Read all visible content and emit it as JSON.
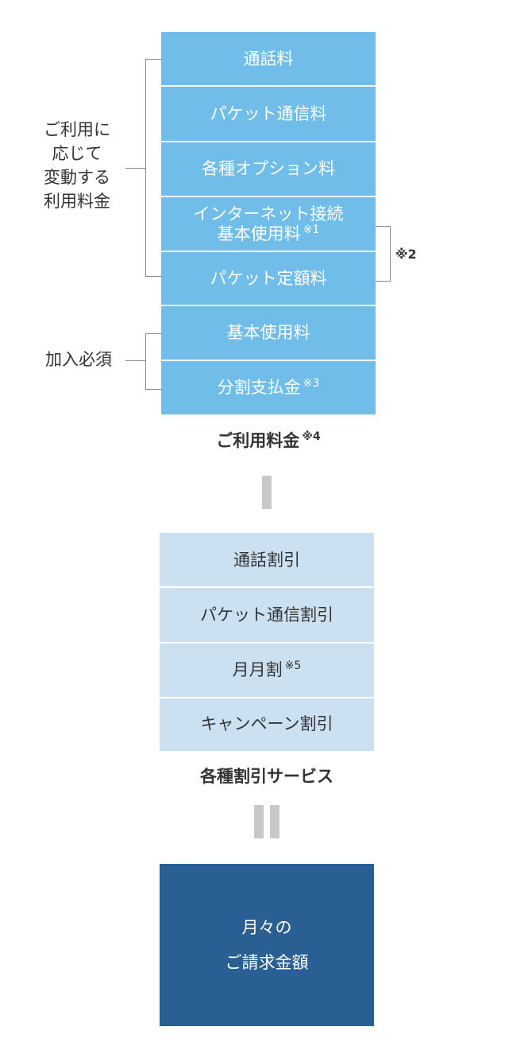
{
  "usage_fees": {
    "group_label_lines": [
      "ご利用に",
      "応じて",
      "変動する",
      "利用料金"
    ],
    "items": [
      {
        "label": "通話料"
      },
      {
        "label": "パケット通信料"
      },
      {
        "label": "各種オプション料"
      },
      {
        "label_line1": "インターネット接続",
        "label_line2": "基本使用料",
        "note": "※1"
      },
      {
        "label": "パケット定額料"
      }
    ],
    "bracket_note": "※2"
  },
  "required_fees": {
    "group_label": "加入必須",
    "items": [
      {
        "label": "基本使用料"
      },
      {
        "label": "分割支払金",
        "note": "※3"
      }
    ]
  },
  "fees_caption": {
    "label": "ご利用料金",
    "note": "※4"
  },
  "discounts": {
    "items": [
      {
        "label": "通話割引"
      },
      {
        "label": "パケット通信割引"
      },
      {
        "label": "月月割",
        "note": "※5"
      },
      {
        "label": "キャンペーン割引"
      }
    ],
    "caption": "各種割引サービス"
  },
  "total": {
    "line1": "月々の",
    "line2": "ご請求金額"
  },
  "colors": {
    "fee_box": "#70bdea",
    "discount_box": "#cbe1f2",
    "total_box": "#2a5f94",
    "operator": "#c8c8c8"
  }
}
